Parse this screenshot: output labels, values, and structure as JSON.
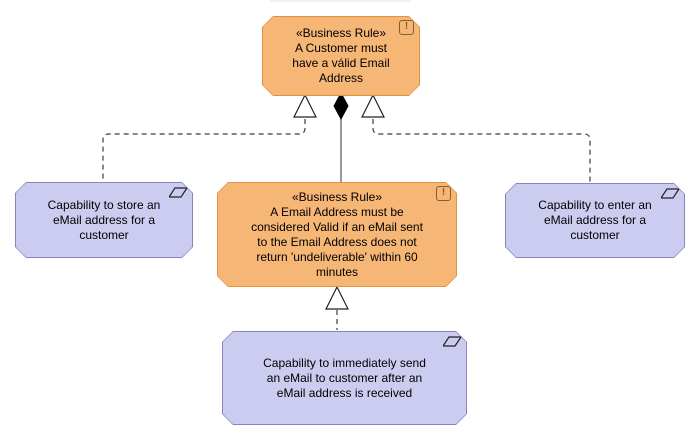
{
  "colors": {
    "background": "#FFFFFF",
    "rule_fill": "#F6B676",
    "rule_border": "#DE9440",
    "rule_icon": "#806030",
    "capability_fill": "#CCCCF0",
    "capability_border": "#8585BF",
    "connector": "#3C3C3C",
    "aggregation_line": "#606060",
    "text": "#000000",
    "clipped_edge": "#EAF2FA"
  },
  "icons": {
    "rule_badge": "!"
  },
  "diagram": {
    "type": "business-rule-capability-diagram",
    "nodes": {
      "rule_customer": {
        "stereotype": "«Business Rule»",
        "text": "A Customer must\nhave a válid Email\nAddress"
      },
      "rule_validity": {
        "stereotype": "«Business Rule»",
        "text": "A Email Address must be\nconsidered Valid if an eMail sent\nto the Email Address does not\nreturn 'undeliverable' within 60\nminutes"
      },
      "cap_store": {
        "text": "Capability to store an\neMail address for a\ncustomer"
      },
      "cap_enter": {
        "text": "Capability to enter an\neMail address for a\ncustomer"
      },
      "cap_send": {
        "text": "Capability to immediately send\nan eMail to customer after an\neMail address is received"
      }
    },
    "relationships": [
      {
        "type": "realization",
        "from": "cap_store",
        "to": "rule_customer",
        "style": "dashed, hollow triangle"
      },
      {
        "type": "realization",
        "from": "cap_enter",
        "to": "rule_customer",
        "style": "dashed, hollow triangle"
      },
      {
        "type": "aggregation",
        "from": "rule_customer",
        "to": "rule_validity",
        "style": "solid, filled diamond"
      },
      {
        "type": "realization",
        "from": "cap_send",
        "to": "rule_validity",
        "style": "dashed, hollow triangle"
      }
    ]
  }
}
